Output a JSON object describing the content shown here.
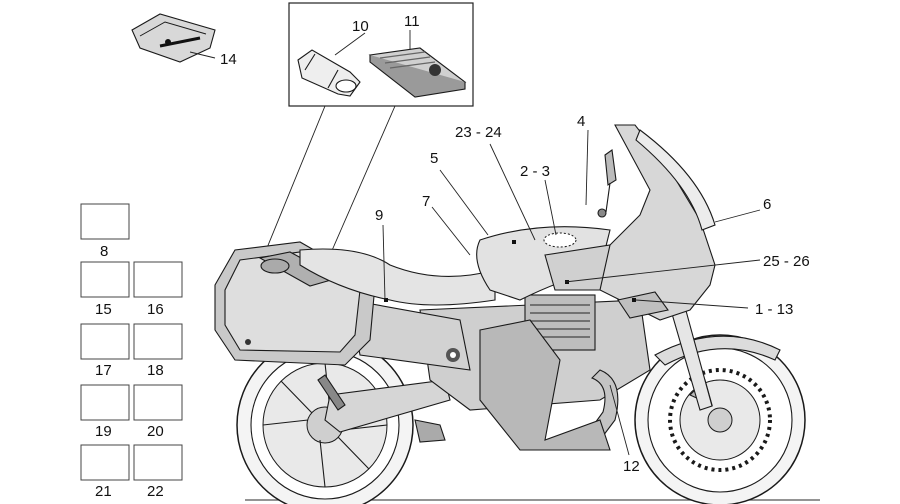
{
  "diagram": {
    "callouts": {
      "c1": "1 - 13",
      "c2": "2 - 3",
      "c4": "4",
      "c5": "5",
      "c6": "6",
      "c7": "7",
      "c8": "8",
      "c9": "9",
      "c10": "10",
      "c11": "11",
      "c12": "12",
      "c14": "14",
      "c15": "15",
      "c16": "16",
      "c17": "17",
      "c18": "18",
      "c19": "19",
      "c20": "20",
      "c21": "21",
      "c22": "22",
      "c23": "23 - 24",
      "c25": "25 - 26"
    }
  }
}
